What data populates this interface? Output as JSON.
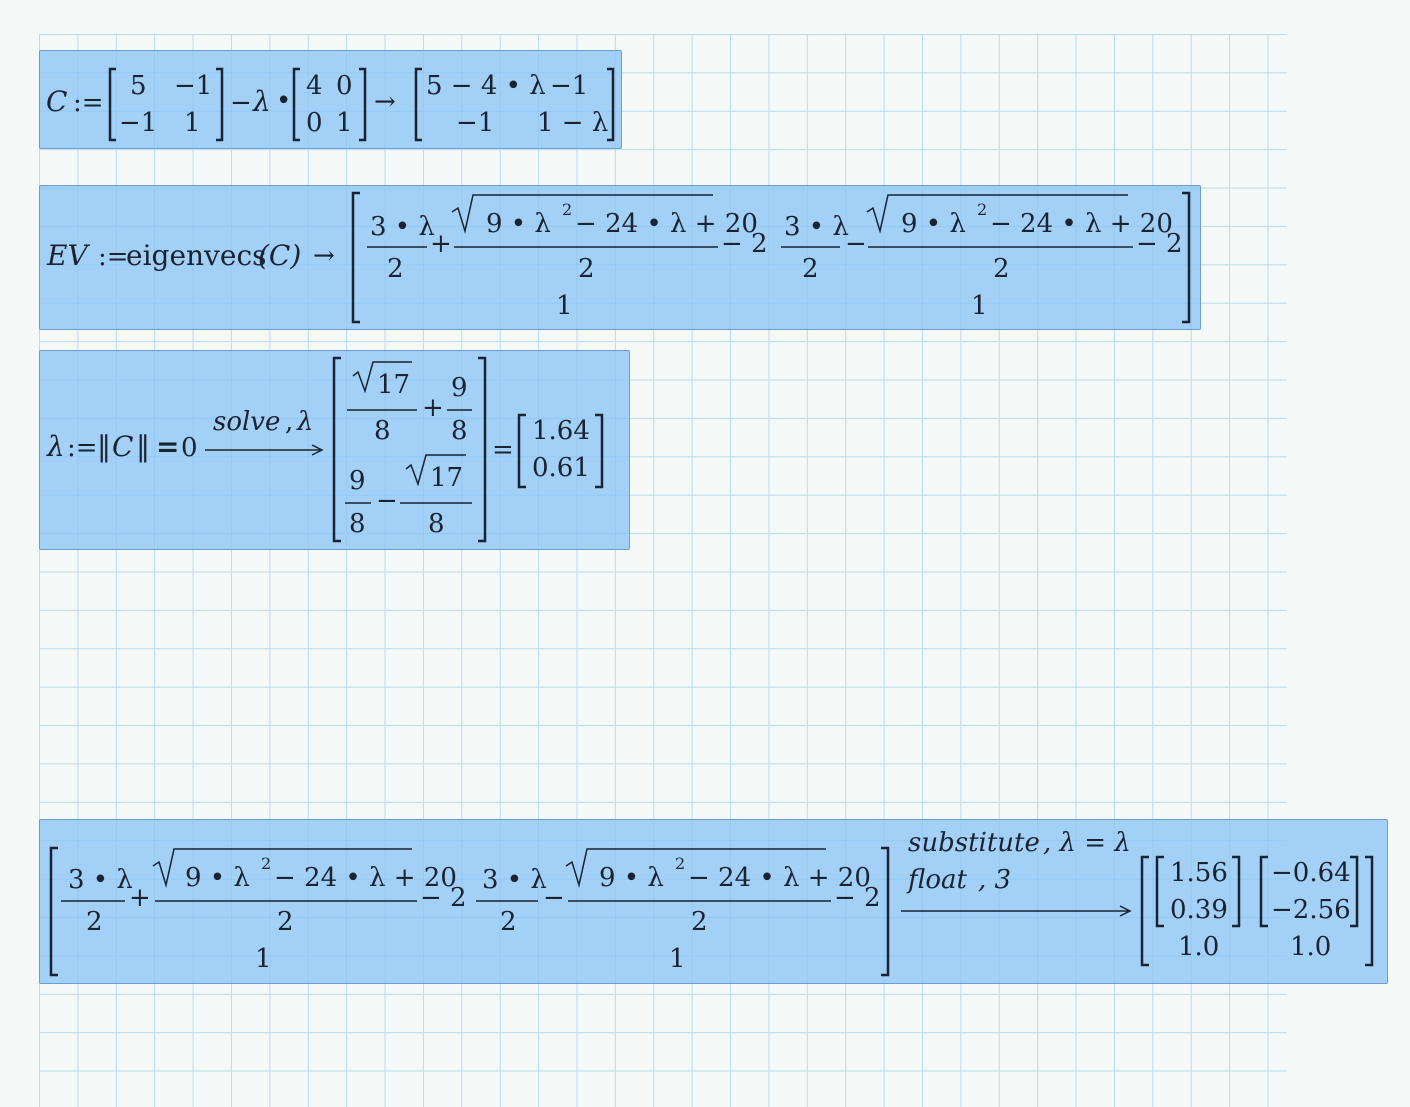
{
  "colors": {
    "background": "#f4f8f6",
    "gridline": "#b7dcf2",
    "region_fill": "#8ac4f7",
    "text": "#1b2230"
  },
  "region1": {
    "lhs_var": "C",
    "assign": ":=",
    "matrix_a": [
      "5",
      "−1",
      "−1",
      "1"
    ],
    "minus": "−",
    "lambda": "λ",
    "dot": "•",
    "matrix_b": [
      "4",
      "0",
      "0",
      "1"
    ],
    "arrow": "→",
    "result": [
      "5 − 4 • λ",
      "−1",
      "−1",
      "1 − λ"
    ]
  },
  "region2": {
    "lhs_var": "EV",
    "assign": ":=",
    "func": "eigenvecs",
    "arg": "(C)",
    "arrow": "→",
    "frac1_num": "3 • λ",
    "frac_den": "2",
    "plus": "+",
    "minus": "−",
    "radicand_a": "9 • λ",
    "exponent": "2",
    "radicand_b": "− 24 • λ + 20",
    "tail": "− 2",
    "one": "1"
  },
  "region3": {
    "lhs": "λ",
    "assign": ":=",
    "norm_open": "‖",
    "norm_var": "C",
    "norm_close": "‖",
    "equals_bold": "=",
    "zero": "0",
    "keyword": "solve",
    "keyword_sep": ",",
    "keyword_var": "λ",
    "sqrt_arg": "17",
    "eight": "8",
    "nine": "9",
    "plus": "+",
    "minus": "−",
    "eq": "=",
    "numeric": [
      "1.64",
      "0.61"
    ]
  },
  "region4": {
    "keyword1": "substitute",
    "keyword1_tail": ", λ = λ",
    "keyword2": "float",
    "keyword2_tail": ", 3",
    "vec1": [
      "1.56",
      "0.39",
      "1.0"
    ],
    "vec2": [
      "−0.64",
      "−2.56",
      "1.0"
    ]
  }
}
